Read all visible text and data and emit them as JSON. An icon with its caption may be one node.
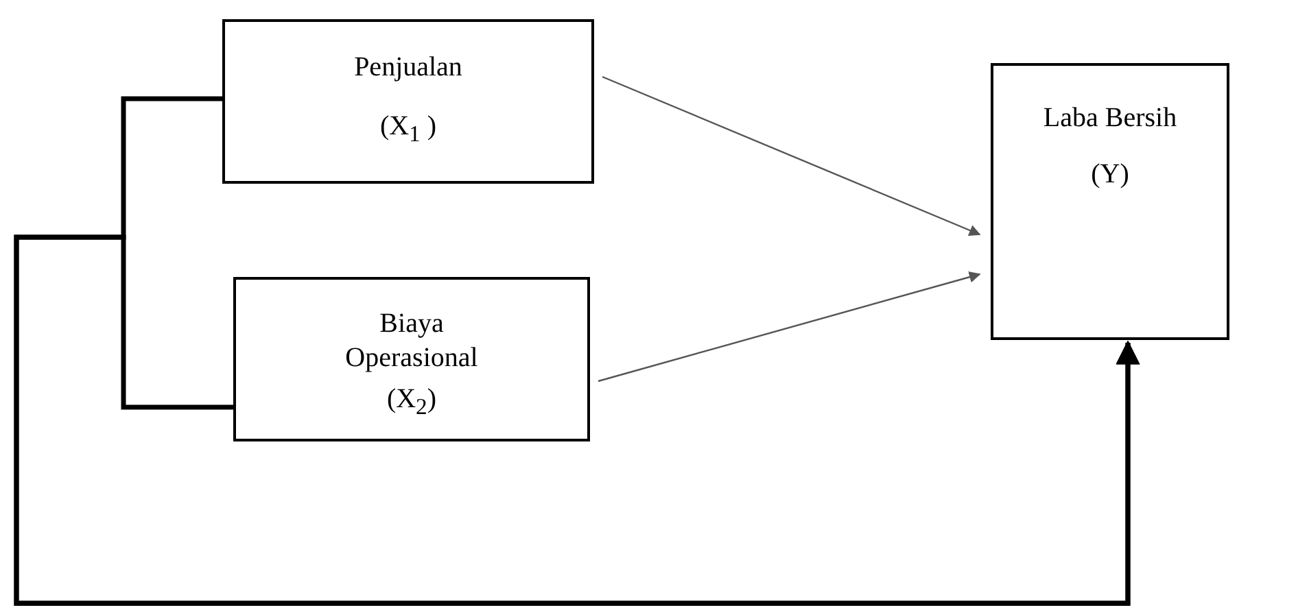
{
  "diagram": {
    "nodes": [
      {
        "text": [
          "Penjualan",
          "(X$_{1}$ )"
        ]
      },
      {
        "text": [
          "Biaya Operasional",
          "(X$_{2}$)"
        ]
      },
      {
        "text": [
          "Laba Bersih",
          "(Y)"
        ]
      }
    ],
    "edges": [
      {
        "from": 0,
        "to": 2,
        "arrow": "to"
      },
      {
        "from": 1,
        "to": 2,
        "arrow": "to"
      },
      {
        "from": 0,
        "to": 2,
        "arrow": "to",
        "style": "thick"
      },
      {
        "from": 1,
        "to": 2,
        "arrow": "to",
        "style": "thick"
      }
    ]
  }
}
